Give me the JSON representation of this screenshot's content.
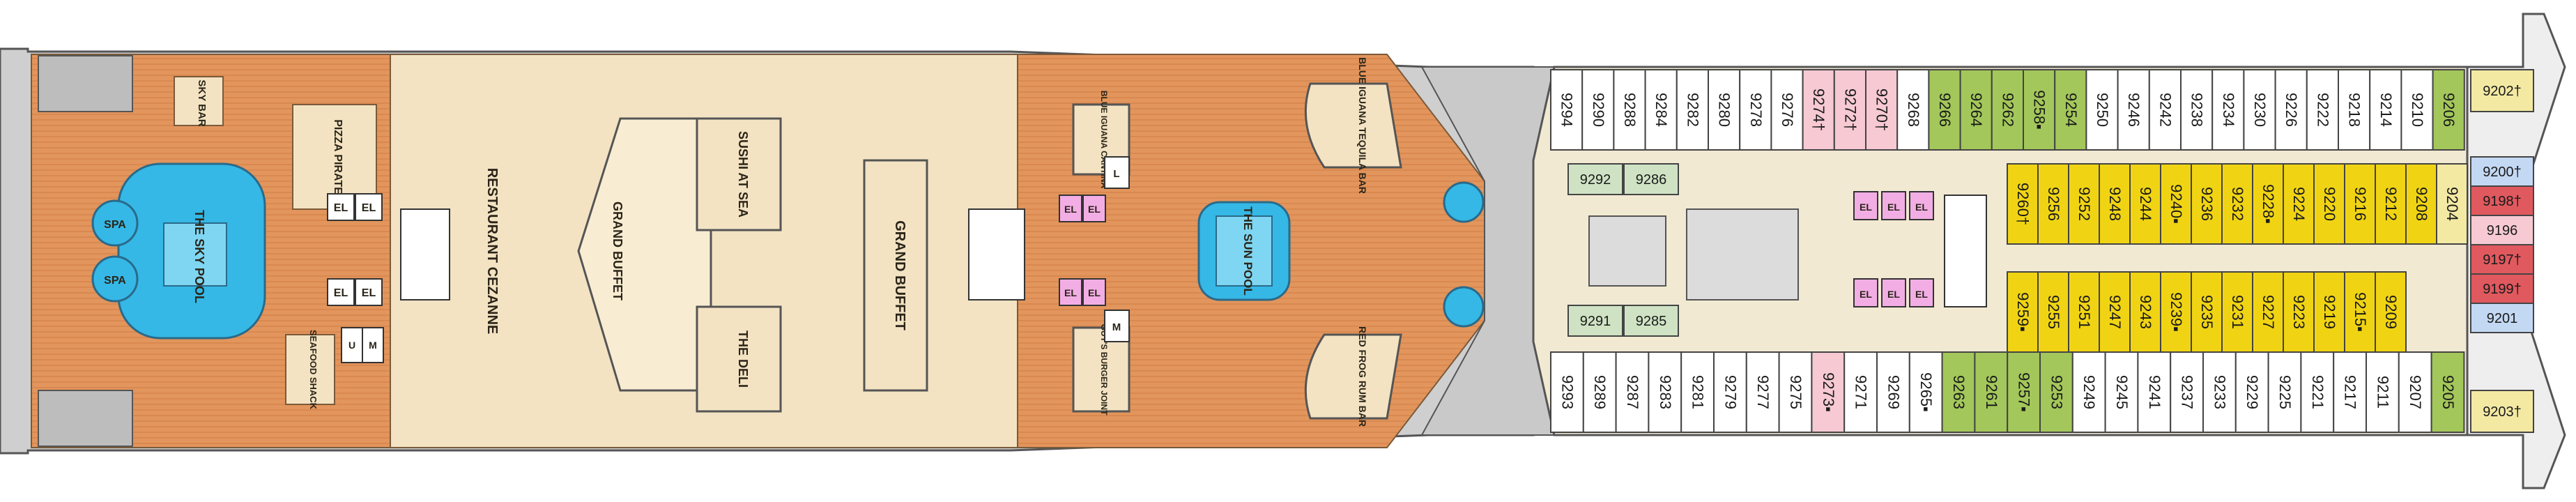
{
  "venues": {
    "sky_bar": "SKY BAR",
    "pizza_pirate": "PIZZA PIRATE",
    "sky_pool": "THE SKY POOL",
    "spa": "SPA",
    "seafood_shack": "SEAFOOD SHACK",
    "restaurant": "RESTAURANT CEZANNE",
    "grand_buffet": "GRAND BUFFET",
    "sushi": "SUSHI AT SEA",
    "deli": "THE DELI",
    "cantina": "BLUE IGUANA CANTINA",
    "burger": "GUY'S BURGER JOINT",
    "tequila_bar": "BLUE IGUANA TEQUILA BAR",
    "sun_pool": "THE SUN POOL",
    "rum_bar": "RED FROG RUM BAR",
    "elevator": "EL",
    "ladies": "L",
    "mens": "M",
    "unisex": "U"
  },
  "cabins": {
    "top_row": [
      "9294",
      "9290",
      "9288",
      "9284",
      "9282",
      "9280",
      "9278",
      "9276",
      "9274†",
      "9272†",
      "9270†",
      "9268",
      "9266",
      "9264",
      "9262",
      "9258▪",
      "9254",
      "9250",
      "9246",
      "9242",
      "9238",
      "9234",
      "9230",
      "9226",
      "9222",
      "9218",
      "9214",
      "9210",
      "9206"
    ],
    "bottom_row": [
      "9293",
      "9289",
      "9287",
      "9283",
      "9281",
      "9279",
      "9277",
      "9275",
      "9273▪",
      "9271",
      "9269",
      "9265▪",
      "9263",
      "9261",
      "9257▪",
      "9253",
      "9249",
      "9245",
      "9241",
      "9237",
      "9233",
      "9229",
      "9225",
      "9221",
      "9217",
      "9211",
      "9207",
      "9205"
    ],
    "inner_top": [
      "9260†",
      "9256",
      "9252",
      "9248",
      "9244",
      "9240▪",
      "9236",
      "9232",
      "9228▪",
      "9224",
      "9220",
      "9216",
      "9212",
      "9208",
      "9204"
    ],
    "inner_bottom": [
      "9259▪",
      "9255",
      "9251",
      "9247",
      "9243",
      "9239▪",
      "9235",
      "9231",
      "9227",
      "9223",
      "9219",
      "9215▪",
      "9209"
    ],
    "green_small": [
      "9292",
      "9286",
      "9291",
      "9285"
    ],
    "bow": [
      "9202†",
      "9200†",
      "9198†",
      "9196",
      "9197†",
      "9199†",
      "9201",
      "9203†"
    ]
  },
  "colors": {
    "deck_wood": "#e2955c",
    "deck_light": "#f3e3c3",
    "pool_blue": "#35b8e6",
    "gray_service": "#cfcfcf",
    "cabin_white": "#ffffff",
    "cabin_green": "#a3c75a",
    "cabin_yellow": "#f0d414",
    "cabin_lightgreen": "#cfe3c4",
    "cabin_blue": "#c3d8f3",
    "cabin_red": "#e0595e",
    "cabin_pink": "#f6c9d3",
    "cabin_yellowpale": "#f3e9a3",
    "elevator_pink": "#f2aee4"
  }
}
